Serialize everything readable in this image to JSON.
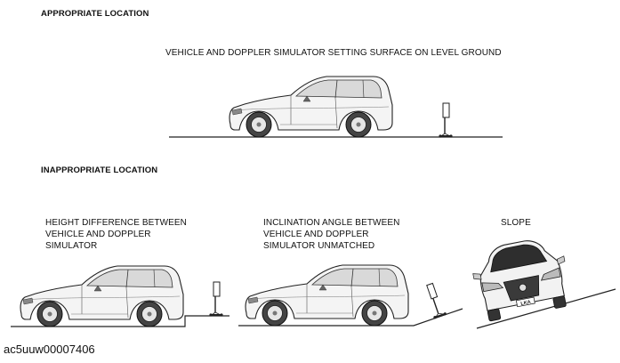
{
  "headings": {
    "appropriate": "APPROPRIATE LOCATION",
    "inappropriate": "INAPPROPRIATE LOCATION"
  },
  "captions": {
    "level_ground": "VEHICLE AND DOPPLER SIMULATOR SETTING SURFACE ON LEVEL GROUND",
    "height_difference": "HEIGHT DIFFERENCE BETWEEN\nVEHICLE AND DOPPLER\nSIMULATOR",
    "inclination_angle": "INCLINATION ANGLE BETWEEN\nVEHICLE AND DOPPLER\nSIMULATOR UNMATCHED",
    "slope": "SLOPE"
  },
  "license_plate_text": "LKA",
  "image_code": "ac5uuw00007406"
}
